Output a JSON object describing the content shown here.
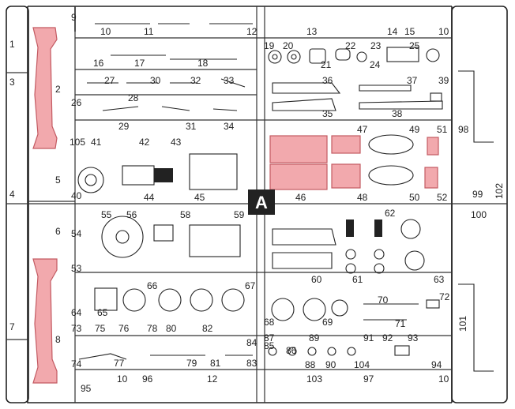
{
  "sprue_letter": "A",
  "highlight_color": "#f2a9ad",
  "part_numbers": [
    "1",
    "2",
    "3",
    "4",
    "5",
    "6",
    "7",
    "8",
    "9",
    "10",
    "11",
    "12",
    "13",
    "14",
    "15",
    "10",
    "16",
    "17",
    "18",
    "19",
    "20",
    "21",
    "22",
    "23",
    "24",
    "25",
    "26",
    "27",
    "28",
    "29",
    "30",
    "31",
    "32",
    "33",
    "34",
    "35",
    "36",
    "37",
    "38",
    "39",
    "40",
    "41",
    "42",
    "43",
    "44",
    "45",
    "46",
    "47",
    "48",
    "49",
    "50",
    "51",
    "52",
    "53",
    "54",
    "55",
    "56",
    "58",
    "59",
    "60",
    "61",
    "62",
    "63",
    "64",
    "65",
    "66",
    "67",
    "68",
    "69",
    "70",
    "71",
    "72",
    "73",
    "74",
    "75",
    "76",
    "77",
    "78",
    "79",
    "80",
    "81",
    "82",
    "83",
    "84",
    "85",
    "86",
    "87",
    "88",
    "89",
    "90",
    "91",
    "92",
    "93",
    "94",
    "95",
    "96",
    "97",
    "98",
    "99",
    "100",
    "101",
    "102",
    "103",
    "104",
    "105",
    "10",
    "10",
    "12"
  ]
}
